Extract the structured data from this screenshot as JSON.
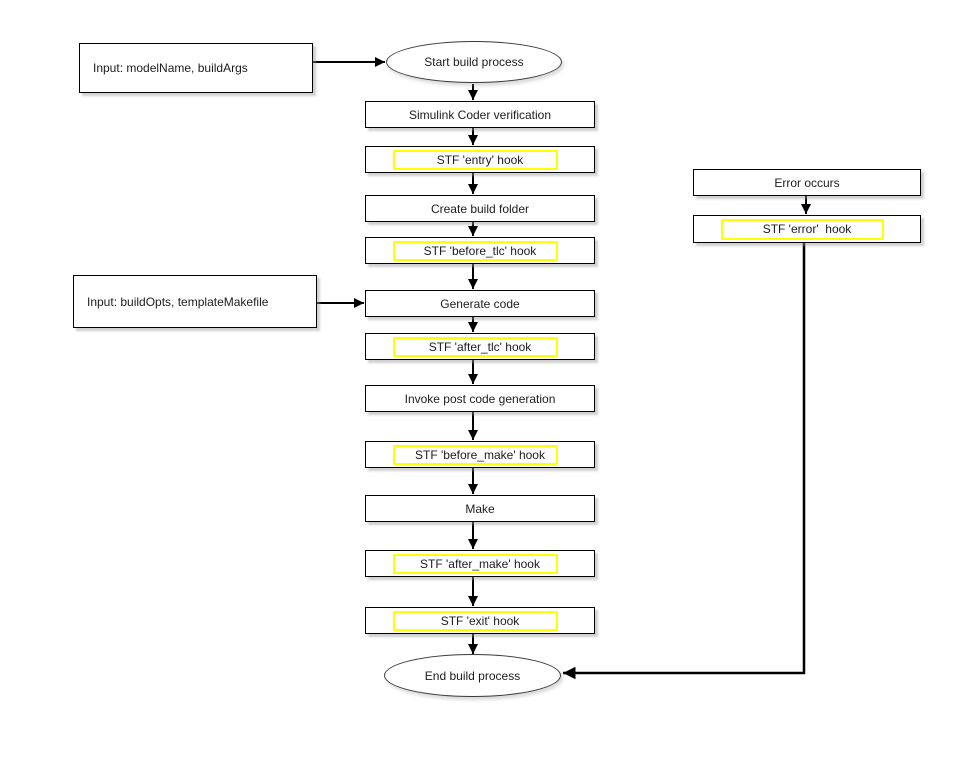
{
  "diagram": {
    "description": "Simulink Coder build process flowchart with STF hook points",
    "colors": {
      "background": "#ffffff",
      "node_fill": "#ffffff",
      "node_border": "#000000",
      "hook_highlight": "#ffff00",
      "connector": "#000000",
      "shadow": "#969696"
    },
    "nodes": {
      "input_model": {
        "label": "Input: modelName, buildArgs",
        "shape": "rectangle"
      },
      "start": {
        "label": "Start build process",
        "shape": "ellipse"
      },
      "verification": {
        "label": "Simulink Coder verification",
        "shape": "rectangle"
      },
      "entry_hook": {
        "label": "STF 'entry' hook",
        "shape": "rectangle-highlighted"
      },
      "create_build_folder": {
        "label": "Create build folder",
        "shape": "rectangle"
      },
      "before_tlc_hook": {
        "label": "STF 'before_tlc' hook",
        "shape": "rectangle-highlighted"
      },
      "input_buildopts": {
        "label": "Input: buildOpts, templateMakefile",
        "shape": "rectangle"
      },
      "generate_code": {
        "label": "Generate code",
        "shape": "rectangle"
      },
      "after_tlc_hook": {
        "label": "STF 'after_tlc' hook",
        "shape": "rectangle-highlighted"
      },
      "post_code_generation": {
        "label": "Invoke post code generation",
        "shape": "rectangle"
      },
      "before_make_hook": {
        "label": "STF 'before_make' hook",
        "shape": "rectangle-highlighted"
      },
      "make": {
        "label": "Make",
        "shape": "rectangle"
      },
      "after_make_hook": {
        "label": "STF 'after_make' hook",
        "shape": "rectangle-highlighted"
      },
      "exit_hook": {
        "label": "STF 'exit' hook",
        "shape": "rectangle-highlighted"
      },
      "end": {
        "label": "End build process",
        "shape": "ellipse"
      },
      "error_occurs": {
        "label": "Error occurs",
        "shape": "rectangle"
      },
      "error_hook": {
        "label": "STF 'error'  hook",
        "shape": "rectangle-highlighted"
      }
    }
  }
}
